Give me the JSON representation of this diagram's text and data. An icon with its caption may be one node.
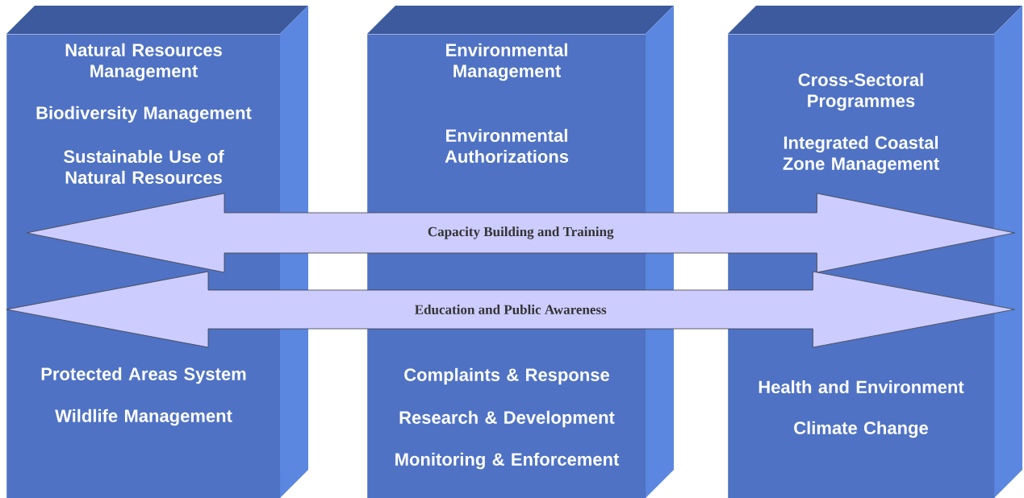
{
  "diagram": {
    "nodes": [
      {
        "text": [
          "Natural Resources Management",
          "Biodiversity Management",
          "Sustainable Use of Natural Resources",
          "Protected Areas System",
          "Wildlife Management"
        ]
      },
      {
        "text": [
          "Environmental Management",
          "Environmental Authorizations",
          "Complaints & Response",
          "Research & Development",
          "Monitoring & Enforcement"
        ]
      },
      {
        "text": [
          "Cross-Sectoral Programmes",
          "Integrated Coastal Zone Management",
          "Health and Environment",
          "Climate Change"
        ]
      }
    ],
    "edges": [
      {
        "from": 0,
        "to": 2,
        "arrow": "both",
        "label": "Capacity Building and Training",
        "style": "thick"
      },
      {
        "from": 0,
        "to": 2,
        "arrow": "both",
        "label": "Education and Public Awareness",
        "style": "thick"
      }
    ]
  }
}
